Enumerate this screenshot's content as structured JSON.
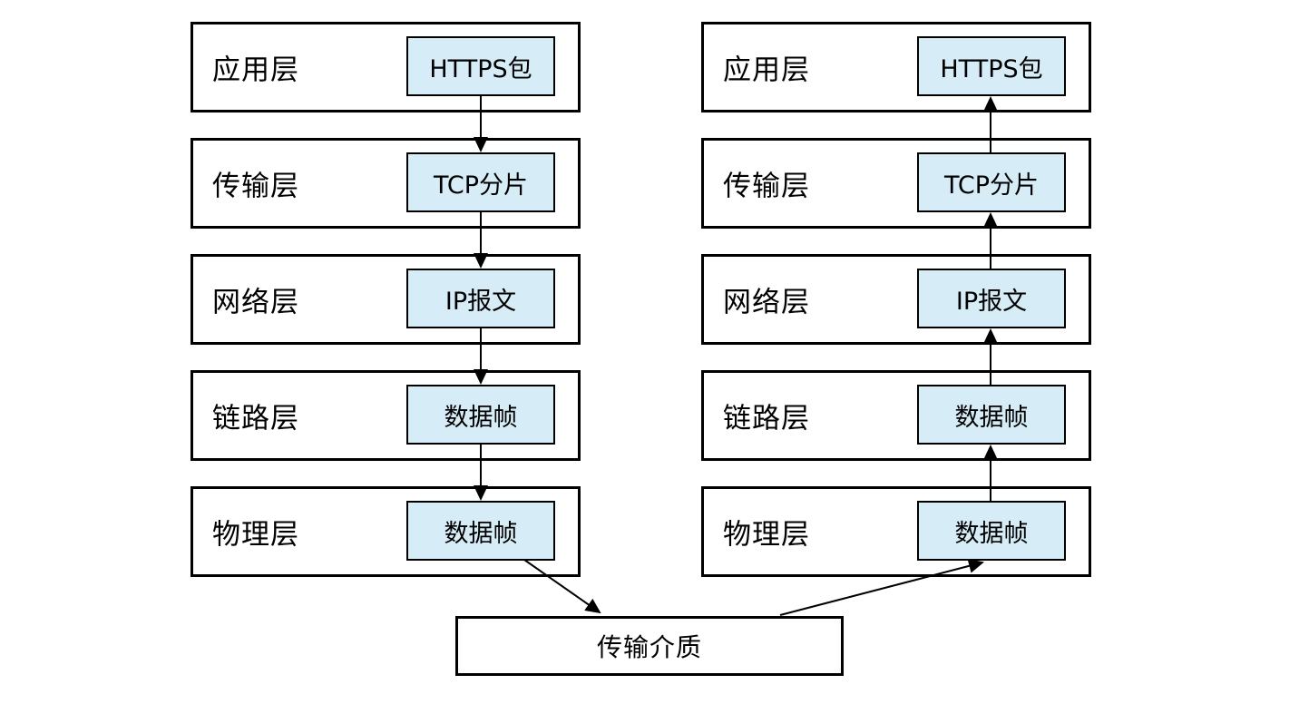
{
  "diagram": {
    "layers": [
      {
        "label": "应用层",
        "packet": "HTTPS包"
      },
      {
        "label": "传输层",
        "packet": "TCP分片"
      },
      {
        "label": "网络层",
        "packet": "IP报文"
      },
      {
        "label": "链路层",
        "packet": "数据帧"
      },
      {
        "label": "物理层",
        "packet": "数据帧"
      }
    ],
    "medium": {
      "label": "传输介质"
    },
    "colors": {
      "packet_fill": "#D6EDF7",
      "line": "#000000",
      "border": "#000000",
      "background": "#FFFFFF"
    }
  }
}
